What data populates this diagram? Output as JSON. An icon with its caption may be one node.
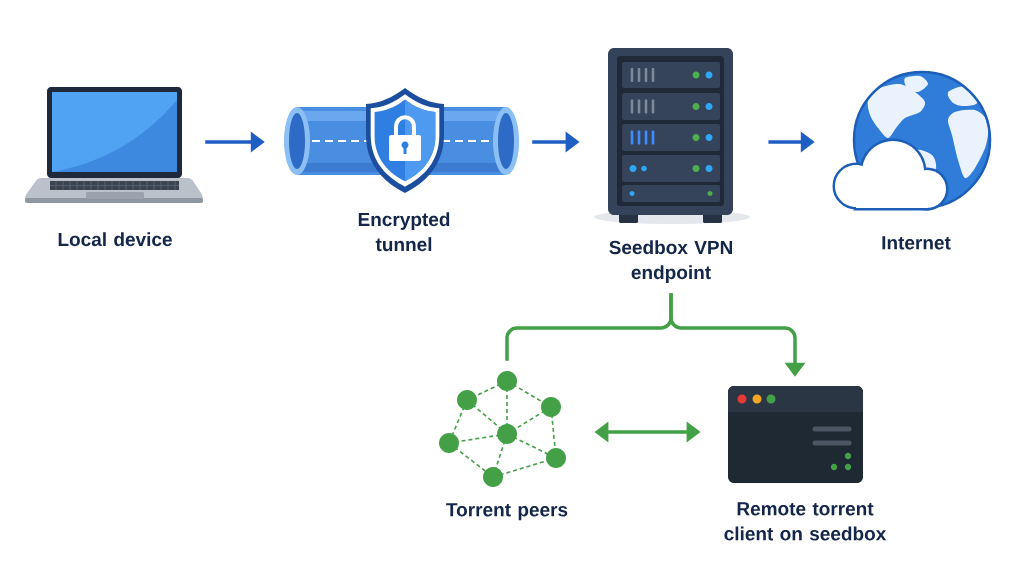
{
  "diagram": {
    "nodes": [
      {
        "text": [
          "Local device"
        ]
      },
      {
        "text": [
          "Encrypted tunnel"
        ]
      },
      {
        "text": [
          "Seedbox VPN endpoint"
        ]
      },
      {
        "text": [
          "Internet"
        ]
      },
      {
        "text": [
          "Torrent peers"
        ]
      },
      {
        "text": [
          "Remote torrent client on seedbox"
        ]
      }
    ],
    "edges": [
      {
        "from": 0,
        "to": 1,
        "arrow": "to"
      },
      {
        "from": 1,
        "to": 2,
        "arrow": "to"
      },
      {
        "from": 2,
        "to": 3,
        "arrow": "to"
      },
      {
        "from": 2,
        "to": 4,
        "arrow": "none",
        "color": "#43a047"
      },
      {
        "from": 2,
        "to": 5,
        "arrow": "to",
        "color": "#43a047"
      },
      {
        "from": 4,
        "to": 5,
        "arrow": "both",
        "color": "#43a047"
      }
    ]
  }
}
